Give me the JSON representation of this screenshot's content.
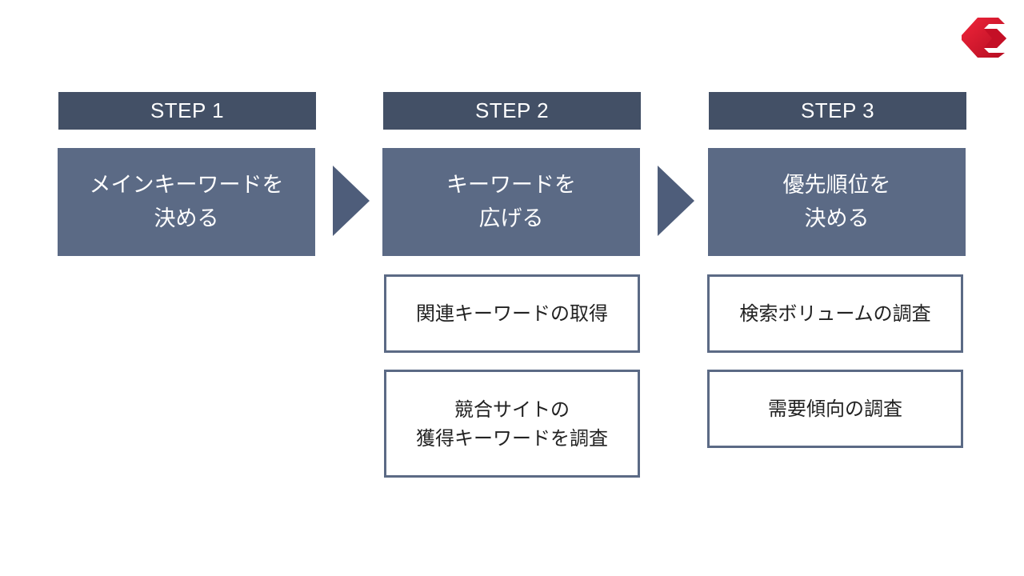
{
  "steps": [
    {
      "header": "STEP 1",
      "title": "メインキーワードを\n決める",
      "subtasks": []
    },
    {
      "header": "STEP 2",
      "title": "キーワードを\n広げる",
      "subtasks": [
        "関連キーワードの取得",
        "競合サイトの\n獲得キーワードを調査"
      ]
    },
    {
      "header": "STEP 3",
      "title": "優先順位を\n決める",
      "subtasks": [
        "検索ボリュームの調査",
        "需要傾向の調査"
      ]
    }
  ],
  "colors": {
    "header_bg": "#435066",
    "step_bg": "#5b6a85",
    "arrow": "#4e5d7a",
    "border": "#5b6a85",
    "logo": "#d9102a"
  },
  "icons": {
    "logo": "brand-logo-icon",
    "arrow": "chevron-right-icon"
  }
}
